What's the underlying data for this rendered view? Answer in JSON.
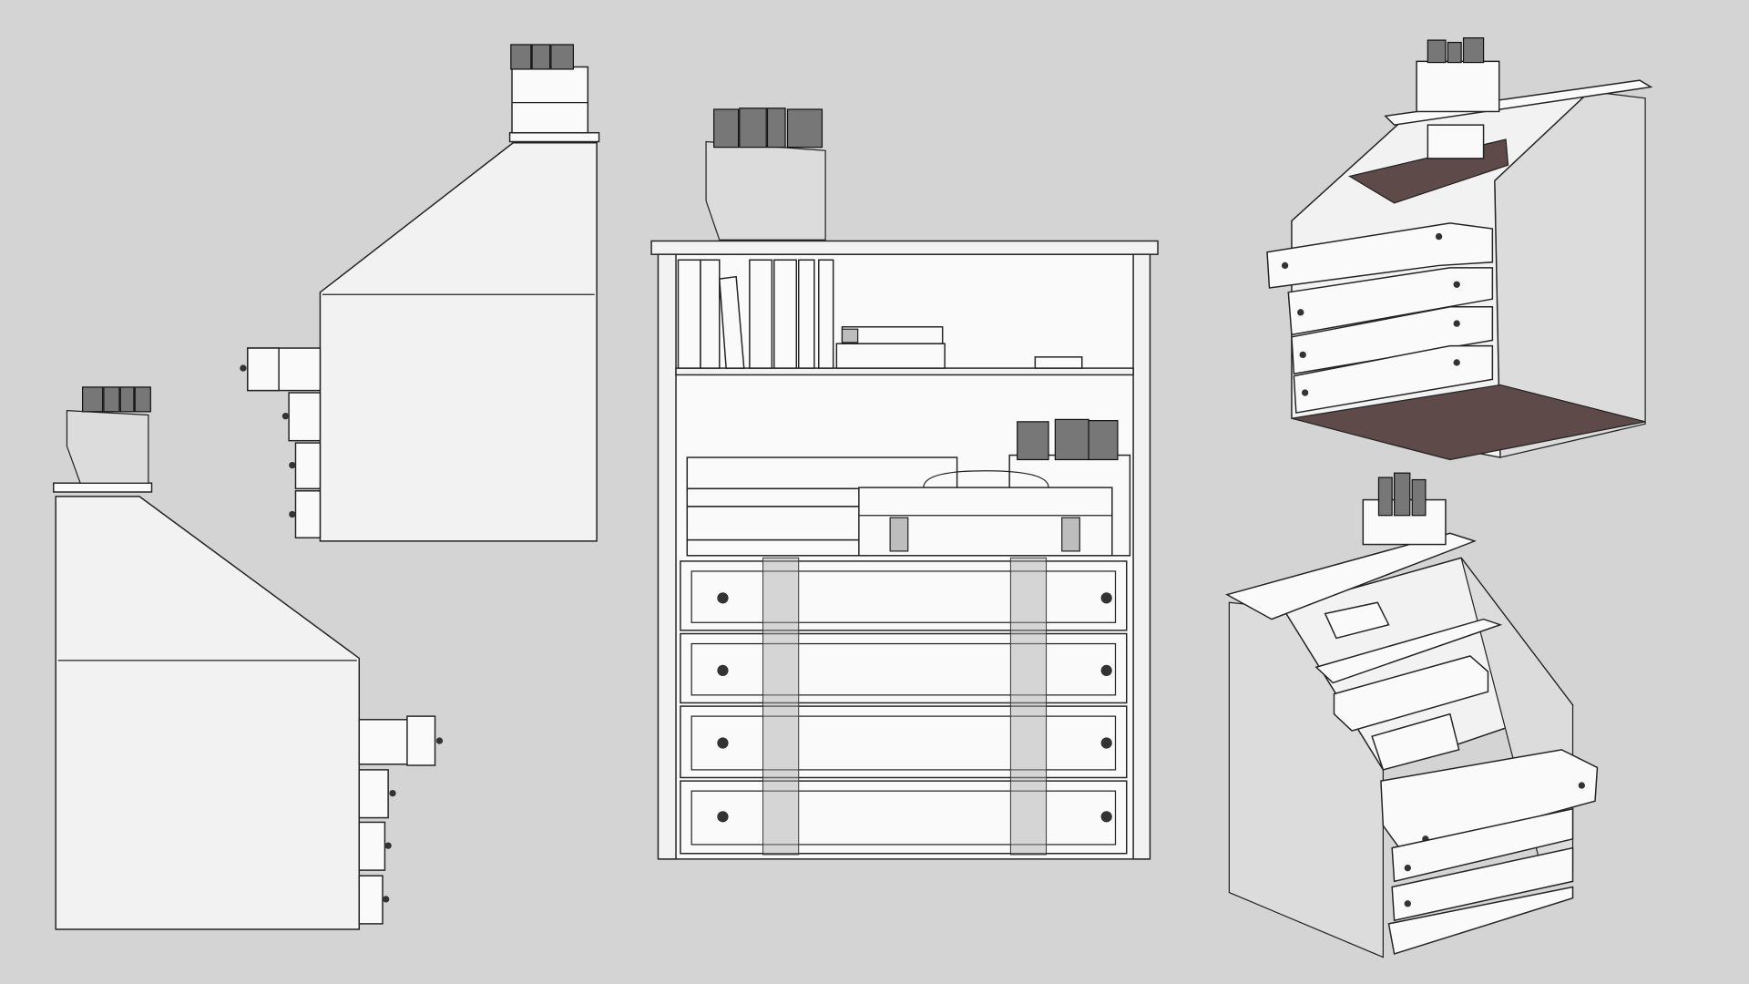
{
  "colors": {
    "background": "#d4d4d4",
    "line": "#222222",
    "surface": "#f2f2f2",
    "shelf_interior": "#5e4a48"
  },
  "views": [
    "side-left",
    "side-right",
    "front",
    "isometric-top",
    "isometric-bottom"
  ]
}
